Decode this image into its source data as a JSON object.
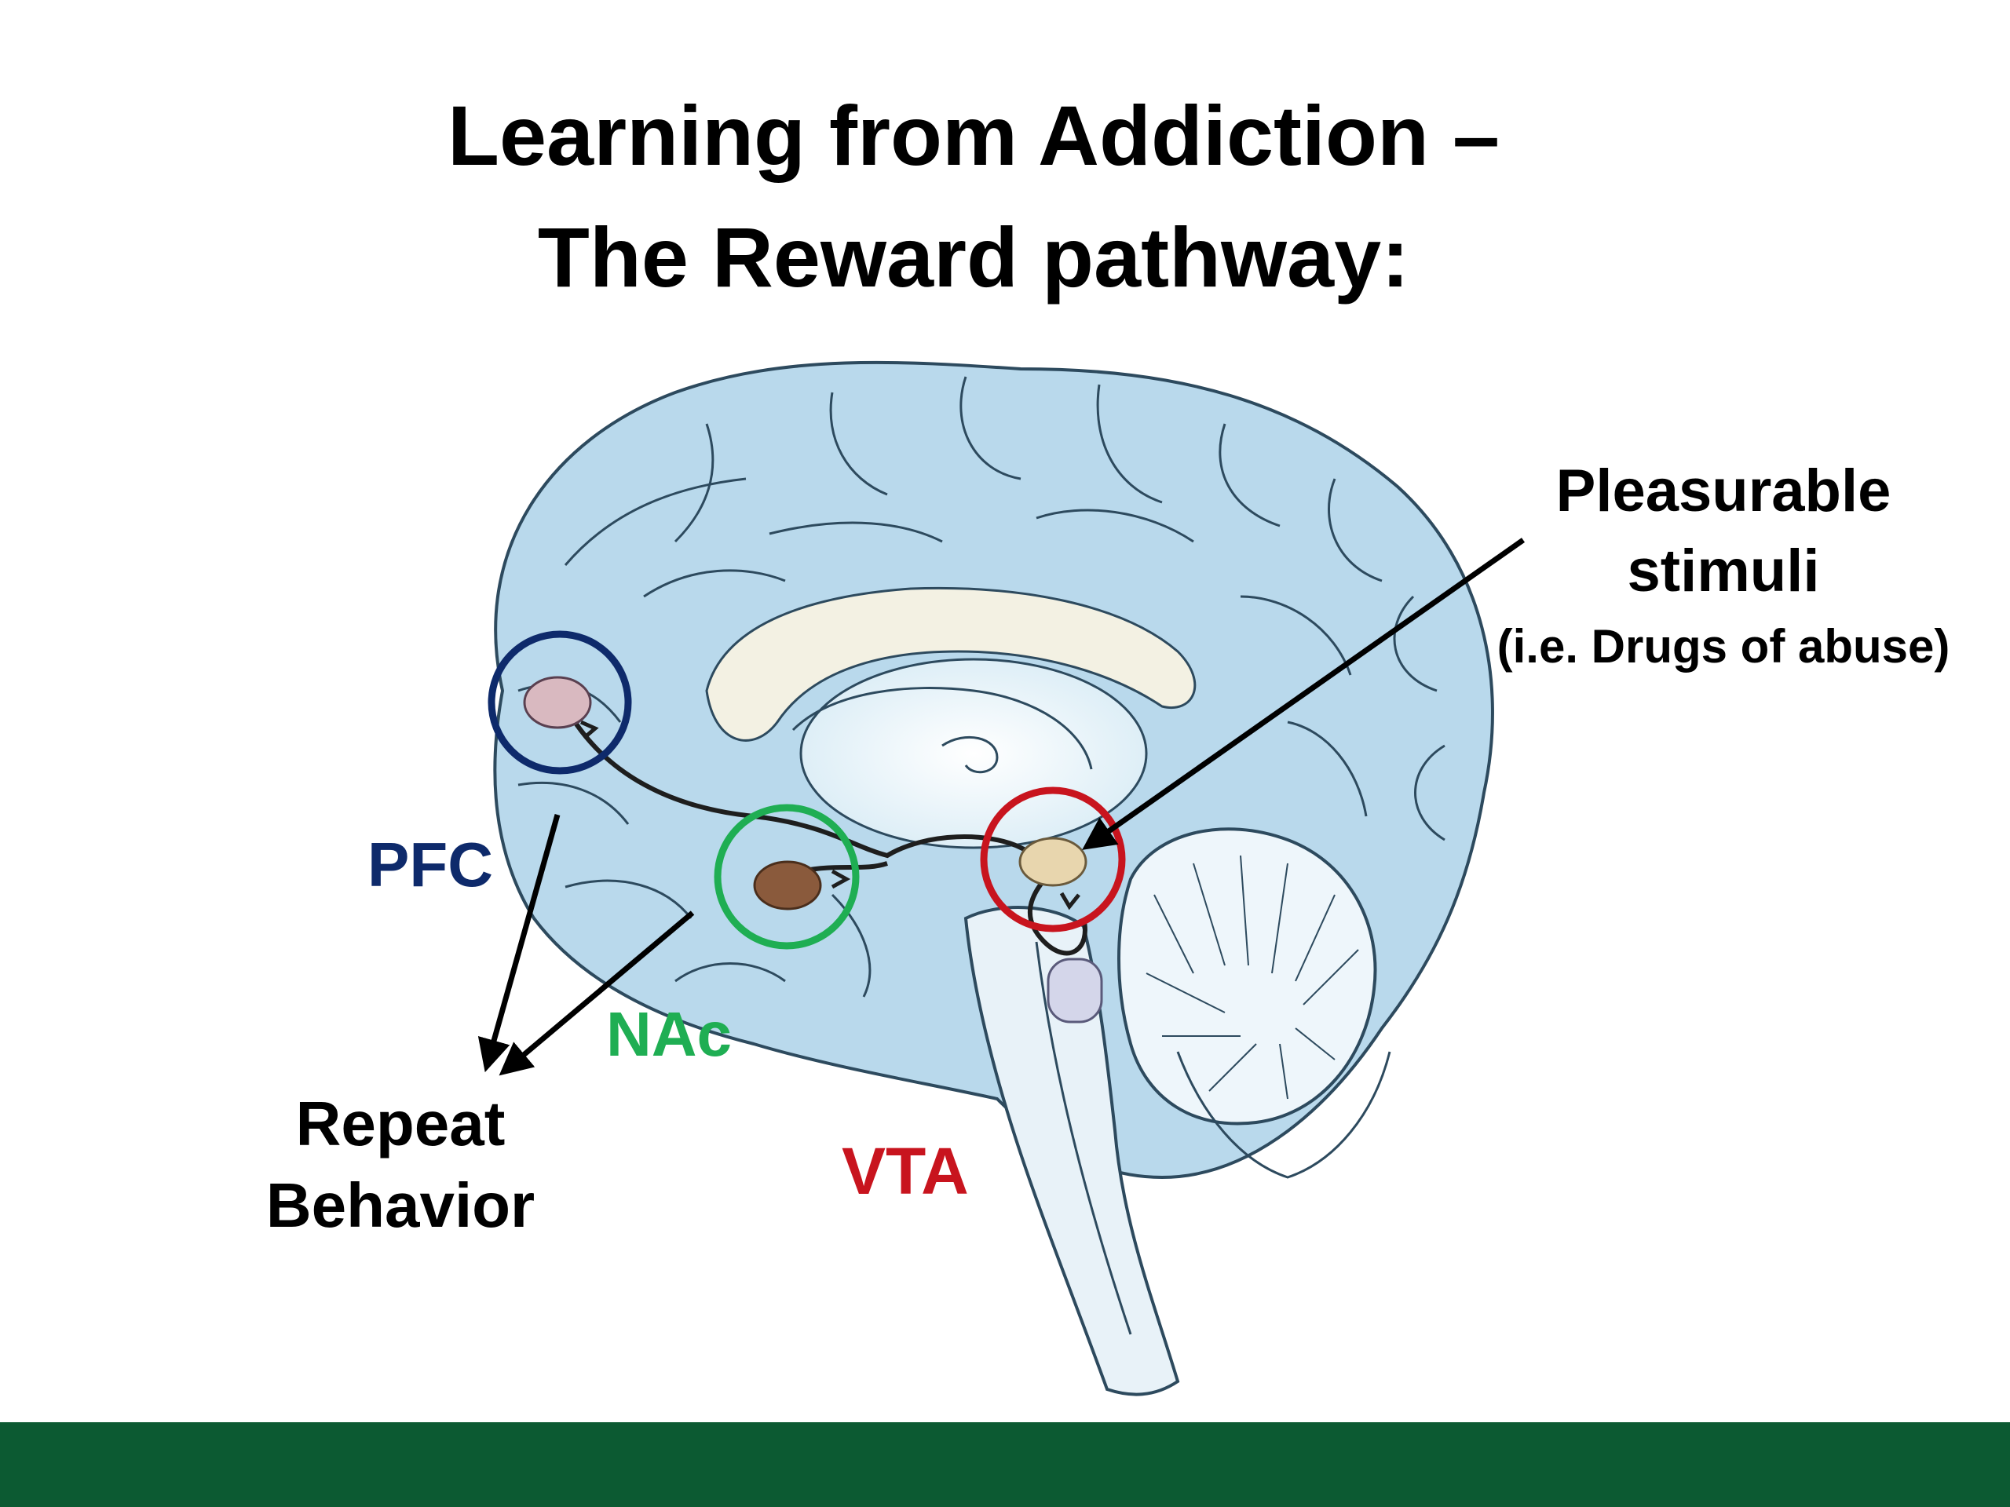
{
  "title": {
    "line1": "Learning from Addiction –",
    "line2": "The Reward pathway:"
  },
  "labels": {
    "pfc": "PFC",
    "nac": "NAc",
    "vta": "VTA",
    "stimuli_line1": "Pleasurable",
    "stimuli_line2": "stimuli",
    "stimuli_note": "(i.e. Drugs of abuse)",
    "behavior_line1": "Repeat",
    "behavior_line2": "Behavior"
  },
  "colors": {
    "pfc": "#0e2a6b",
    "nac": "#1fae53",
    "vta": "#c8141e",
    "brain_fill": "#b9d9ec",
    "brain_outline": "#2d4a5e",
    "footer": "#0c5a32"
  }
}
